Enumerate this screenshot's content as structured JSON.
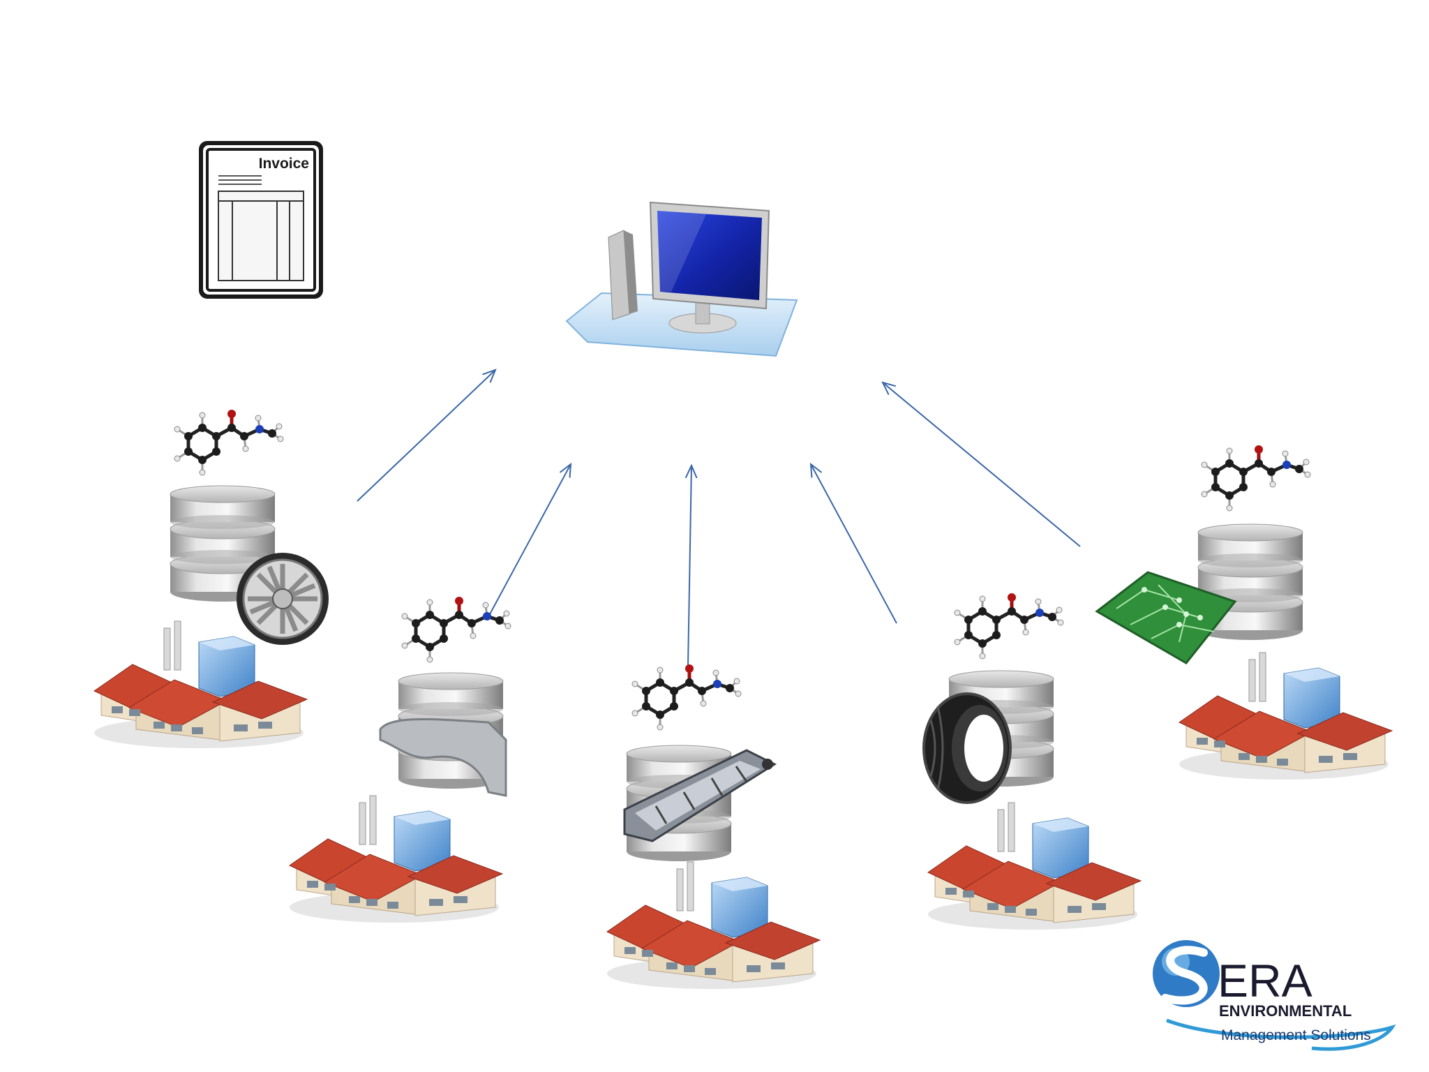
{
  "invoice": {
    "label": "Invoice"
  },
  "logo": {
    "brand": "ERA",
    "line1": "ENVIRONMENTAL",
    "line2": "Management Solutions"
  },
  "colors": {
    "arrow": "#3a66a8",
    "roof": "#c9452e",
    "wall": "#efe2c9",
    "glass": "#5a9bd8",
    "db": "#c8c8c8",
    "screen": "#1a2fb0",
    "pcb": "#2f8f3a"
  },
  "sites": [
    {
      "product": "wheel-rim"
    },
    {
      "product": "car-fender"
    },
    {
      "product": "battery-assembly"
    },
    {
      "product": "tire"
    },
    {
      "product": "circuit-board"
    }
  ],
  "icons": {
    "computer": "computer-icon",
    "invoice": "invoice-icon",
    "database": "database-icon",
    "molecule": "molecule-icon",
    "factory": "factory-icon"
  }
}
